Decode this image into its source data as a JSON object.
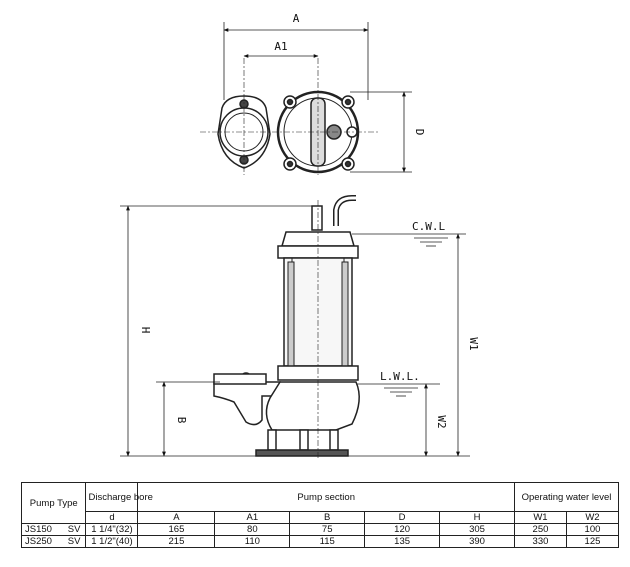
{
  "dimensions": {
    "a": "A",
    "a1": "A1",
    "d": "D",
    "h": "H",
    "b": "B",
    "w1": "W1",
    "w2": "W2"
  },
  "water_levels": {
    "cwl": "C.W.L",
    "lwl": "L.W.L."
  },
  "table": {
    "header": {
      "pump_type": "Pump Type",
      "discharge_bore": "Discharge bore",
      "discharge_symbol": "d",
      "pump_section": "Pump section",
      "operating_water_level": "Operating water level"
    },
    "columns": [
      "A",
      "A1",
      "B",
      "D",
      "H",
      "W1",
      "W2"
    ],
    "rows": [
      {
        "model": "JS150",
        "suffix": "SV",
        "bore": "1 1/4\"(32)",
        "values": [
          "165",
          "80",
          "75",
          "120",
          "305",
          "250",
          "100"
        ]
      },
      {
        "model": "JS250",
        "suffix": "SV",
        "bore": "1 1/2\"(40)",
        "values": [
          "215",
          "110",
          "115",
          "135",
          "390",
          "330",
          "125"
        ]
      }
    ]
  }
}
